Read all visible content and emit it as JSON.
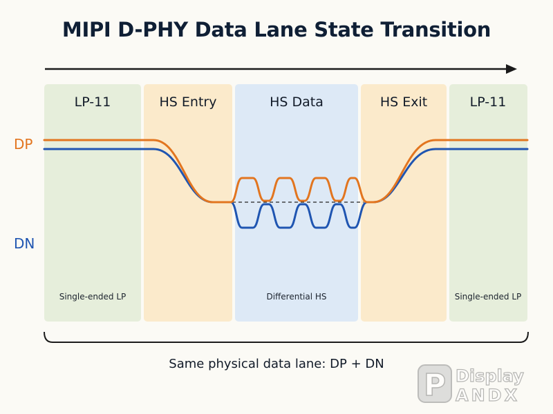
{
  "title": "MIPI D-PHY Data Lane State Transition",
  "phases": [
    {
      "label": "LP-11",
      "fill": "#e6eedb"
    },
    {
      "label": "HS Entry",
      "fill": "#fbeacb"
    },
    {
      "label": "HS Data",
      "fill": "#dde9f6"
    },
    {
      "label": "HS Exit",
      "fill": "#fbeacb"
    },
    {
      "label": "LP-11",
      "fill": "#e6eedb"
    }
  ],
  "region_labels": {
    "left": "Single-ended LP",
    "center": "Differential HS",
    "right": "Single-ended LP"
  },
  "signals": {
    "dp": {
      "label": "DP",
      "color": "#e2751f"
    },
    "dn": {
      "label": "DN",
      "color": "#1f55b1"
    }
  },
  "caption": "Same physical data lane: DP + DN",
  "watermark": {
    "line1": "Display",
    "line2": "ANDX",
    "glyph": "P"
  },
  "colors": {
    "title": "#0f1f35",
    "arrow": "#1a1a1a",
    "bracket": "#1a1a1a",
    "midline": "#222222"
  }
}
